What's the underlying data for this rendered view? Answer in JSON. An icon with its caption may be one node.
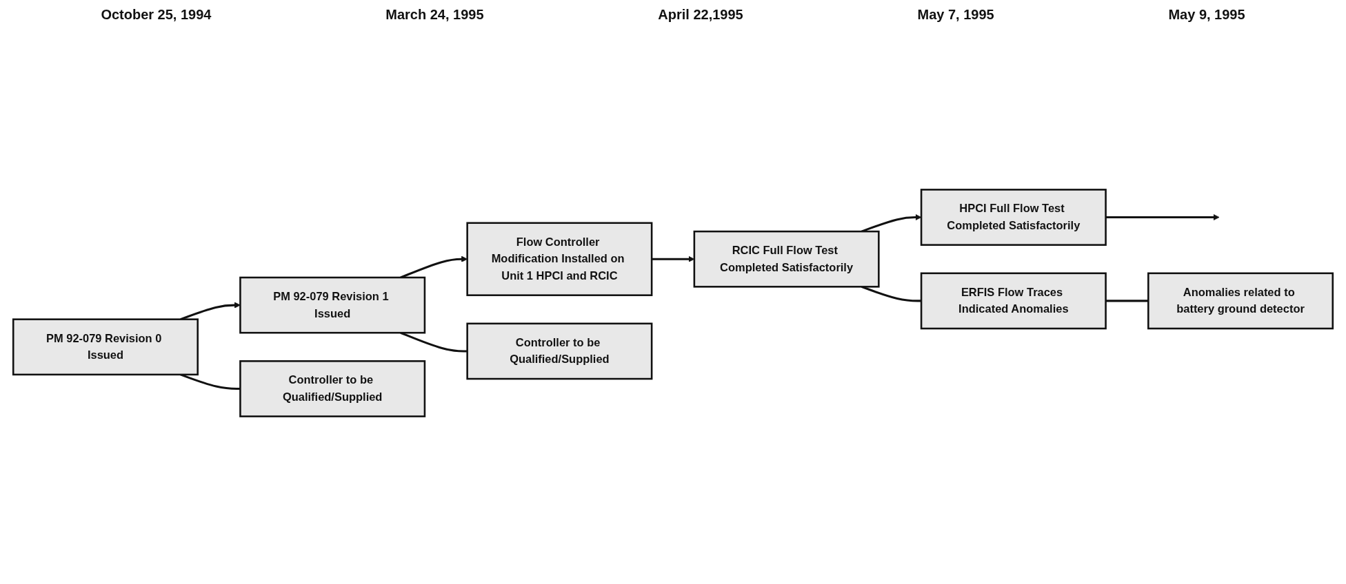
{
  "diagram": {
    "nodes": [
      {
        "text": [
          "PM 92-079 Revision 0 Issued"
        ]
      },
      {
        "text": [
          "PM 92-079 Revision 1 Issued"
        ]
      },
      {
        "text": [
          "Flow Controller Modification Installed on Unit 1 HPCI and RCIC"
        ]
      },
      {
        "text": [
          "RCIC Full Flow Test Completed Satisfactorily"
        ]
      },
      {
        "text": [
          "HPCI Full Flow Test Completed Satisfactorily"
        ]
      },
      {
        "text": [
          "Controller to be Qualified/Supplied"
        ]
      },
      {
        "text": [
          "Controller to be Qualified/Supplied"
        ]
      },
      {
        "text": [
          "ERFIS Flow Traces Indicated Anomalies"
        ]
      },
      {
        "text": [
          "Anomalies related to battery ground detector"
        ]
      }
    ],
    "edges": [
      {
        "from": 0,
        "to": 1,
        "arrow": "to"
      },
      {
        "from": 1,
        "to": 2,
        "arrow": "to"
      },
      {
        "from": 2,
        "to": 3,
        "arrow": "to"
      },
      {
        "from": 3,
        "to": 4,
        "arrow": "to"
      },
      {
        "from": 4,
        "to": null,
        "arrow": "to"
      },
      {
        "from": 0,
        "to": 5,
        "arrow": "none"
      },
      {
        "from": 1,
        "to": 6,
        "arrow": "none"
      },
      {
        "from": 3,
        "to": 7,
        "arrow": "none"
      },
      {
        "from": 7,
        "to": 8,
        "arrow": "none"
      }
    ],
    "labels": [
      "October 25, 1994",
      "March 24, 1995",
      "April 22,1995",
      "May 7, 1995",
      "May 9, 1995"
    ]
  }
}
